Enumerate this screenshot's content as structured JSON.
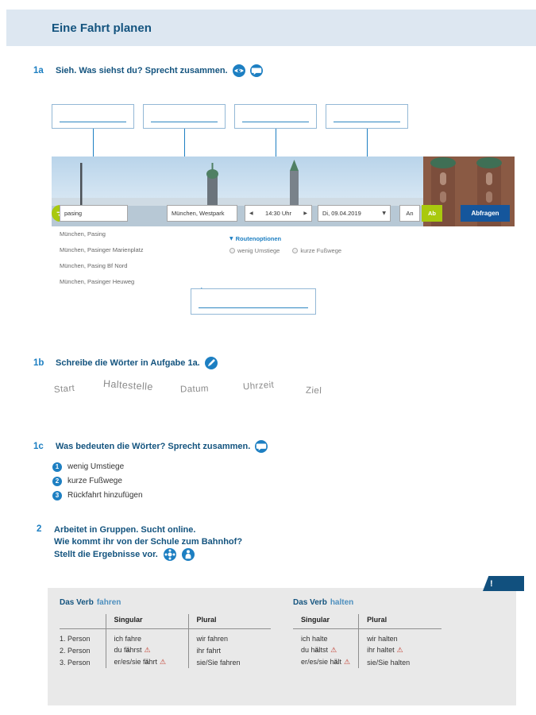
{
  "page_title": "Eine Fahrt planen",
  "ex1a": {
    "num": "1a",
    "text": "Sieh. Was siehst du? Sprecht zusammen."
  },
  "planner": {
    "from_value": "pasing",
    "suggestions": [
      "München, Pasing",
      "München, Pasinger Marienplatz",
      "München, Pasing Bf Nord",
      "München, Pasinger Heuweg"
    ],
    "to_value": "München, Westpark",
    "time_value": "14:30 Uhr",
    "date_value": "Di, 09.04.2019",
    "an": "An",
    "ab": "Ab",
    "submit": "Abfragen",
    "route_options_title": "Routenoptionen",
    "route_option_1": "wenig Umstiege",
    "route_option_2": "kurze Fußwege"
  },
  "ex1b": {
    "num": "1b",
    "text": "Schreibe die Wörter in Aufgabe 1a.",
    "words": [
      "Start",
      "Haltestelle",
      "Datum",
      "Uhrzeit",
      "Ziel"
    ]
  },
  "ex1c": {
    "num": "1c",
    "text": "Was bedeuten die Wörter? Sprecht zusammen.",
    "items": [
      {
        "n": "1",
        "label": "wenig Umstiege"
      },
      {
        "n": "2",
        "label": "kurze Fußwege"
      },
      {
        "n": "3",
        "label": "Rückfahrt hinzufügen"
      }
    ]
  },
  "ex2": {
    "num": "2",
    "line1": "Arbeitet in Gruppen. Sucht online.",
    "line2": "Wie kommt ihr von der Schule zum Bahnhof?",
    "line3": "Stellt die Ergebnisse vor."
  },
  "grammar": {
    "alert": "!",
    "tables": [
      {
        "title_prefix": "Das Verb",
        "verb": "fahren",
        "has_person_col": true,
        "headers": [
          "Singular",
          "Plural"
        ],
        "rows": [
          {
            "person": "1. Person",
            "sg": [
              [
                "ich fahre",
                false
              ]
            ],
            "sg_warn": false,
            "pl": [
              [
                "wir fahren",
                false
              ]
            ],
            "pl_warn": false
          },
          {
            "person": "2. Person",
            "sg": [
              [
                "du f",
                false
              ],
              [
                "ä",
                true
              ],
              [
                "hrst",
                false
              ]
            ],
            "sg_warn": true,
            "pl": [
              [
                "ihr fahrt",
                false
              ]
            ],
            "pl_warn": false
          },
          {
            "person": "3. Person",
            "sg": [
              [
                "er/es/sie f",
                false
              ],
              [
                "ä",
                true
              ],
              [
                "hrt",
                false
              ]
            ],
            "sg_warn": true,
            "pl": [
              [
                "sie/Sie fahren",
                false
              ]
            ],
            "pl_warn": false
          }
        ]
      },
      {
        "title_prefix": "Das Verb",
        "verb": "halten",
        "has_person_col": false,
        "headers": [
          "Singular",
          "Plural"
        ],
        "rows": [
          {
            "sg": [
              [
                "ich halte",
                false
              ]
            ],
            "sg_warn": false,
            "pl": [
              [
                "wir halten",
                false
              ]
            ],
            "pl_warn": false
          },
          {
            "sg": [
              [
                "du h",
                false
              ],
              [
                "ä",
                true
              ],
              [
                "ltst",
                false
              ]
            ],
            "sg_warn": true,
            "pl": [
              [
                "ihr haltet",
                false
              ]
            ],
            "pl_warn": true
          },
          {
            "sg": [
              [
                "er/es/sie h",
                false
              ],
              [
                "ä",
                true
              ],
              [
                "lt",
                false
              ]
            ],
            "sg_warn": true,
            "pl": [
              [
                "sie/Sie halten",
                false
              ]
            ],
            "pl_warn": false
          }
        ]
      }
    ]
  },
  "colors": {
    "brand_dark": "#14547f",
    "brand_blue": "#1d7fc2",
    "accent_green": "#a9c90e",
    "button_blue": "#15569c",
    "header_band": "#dde7f1",
    "grammar_bg": "#e9e9e9"
  }
}
